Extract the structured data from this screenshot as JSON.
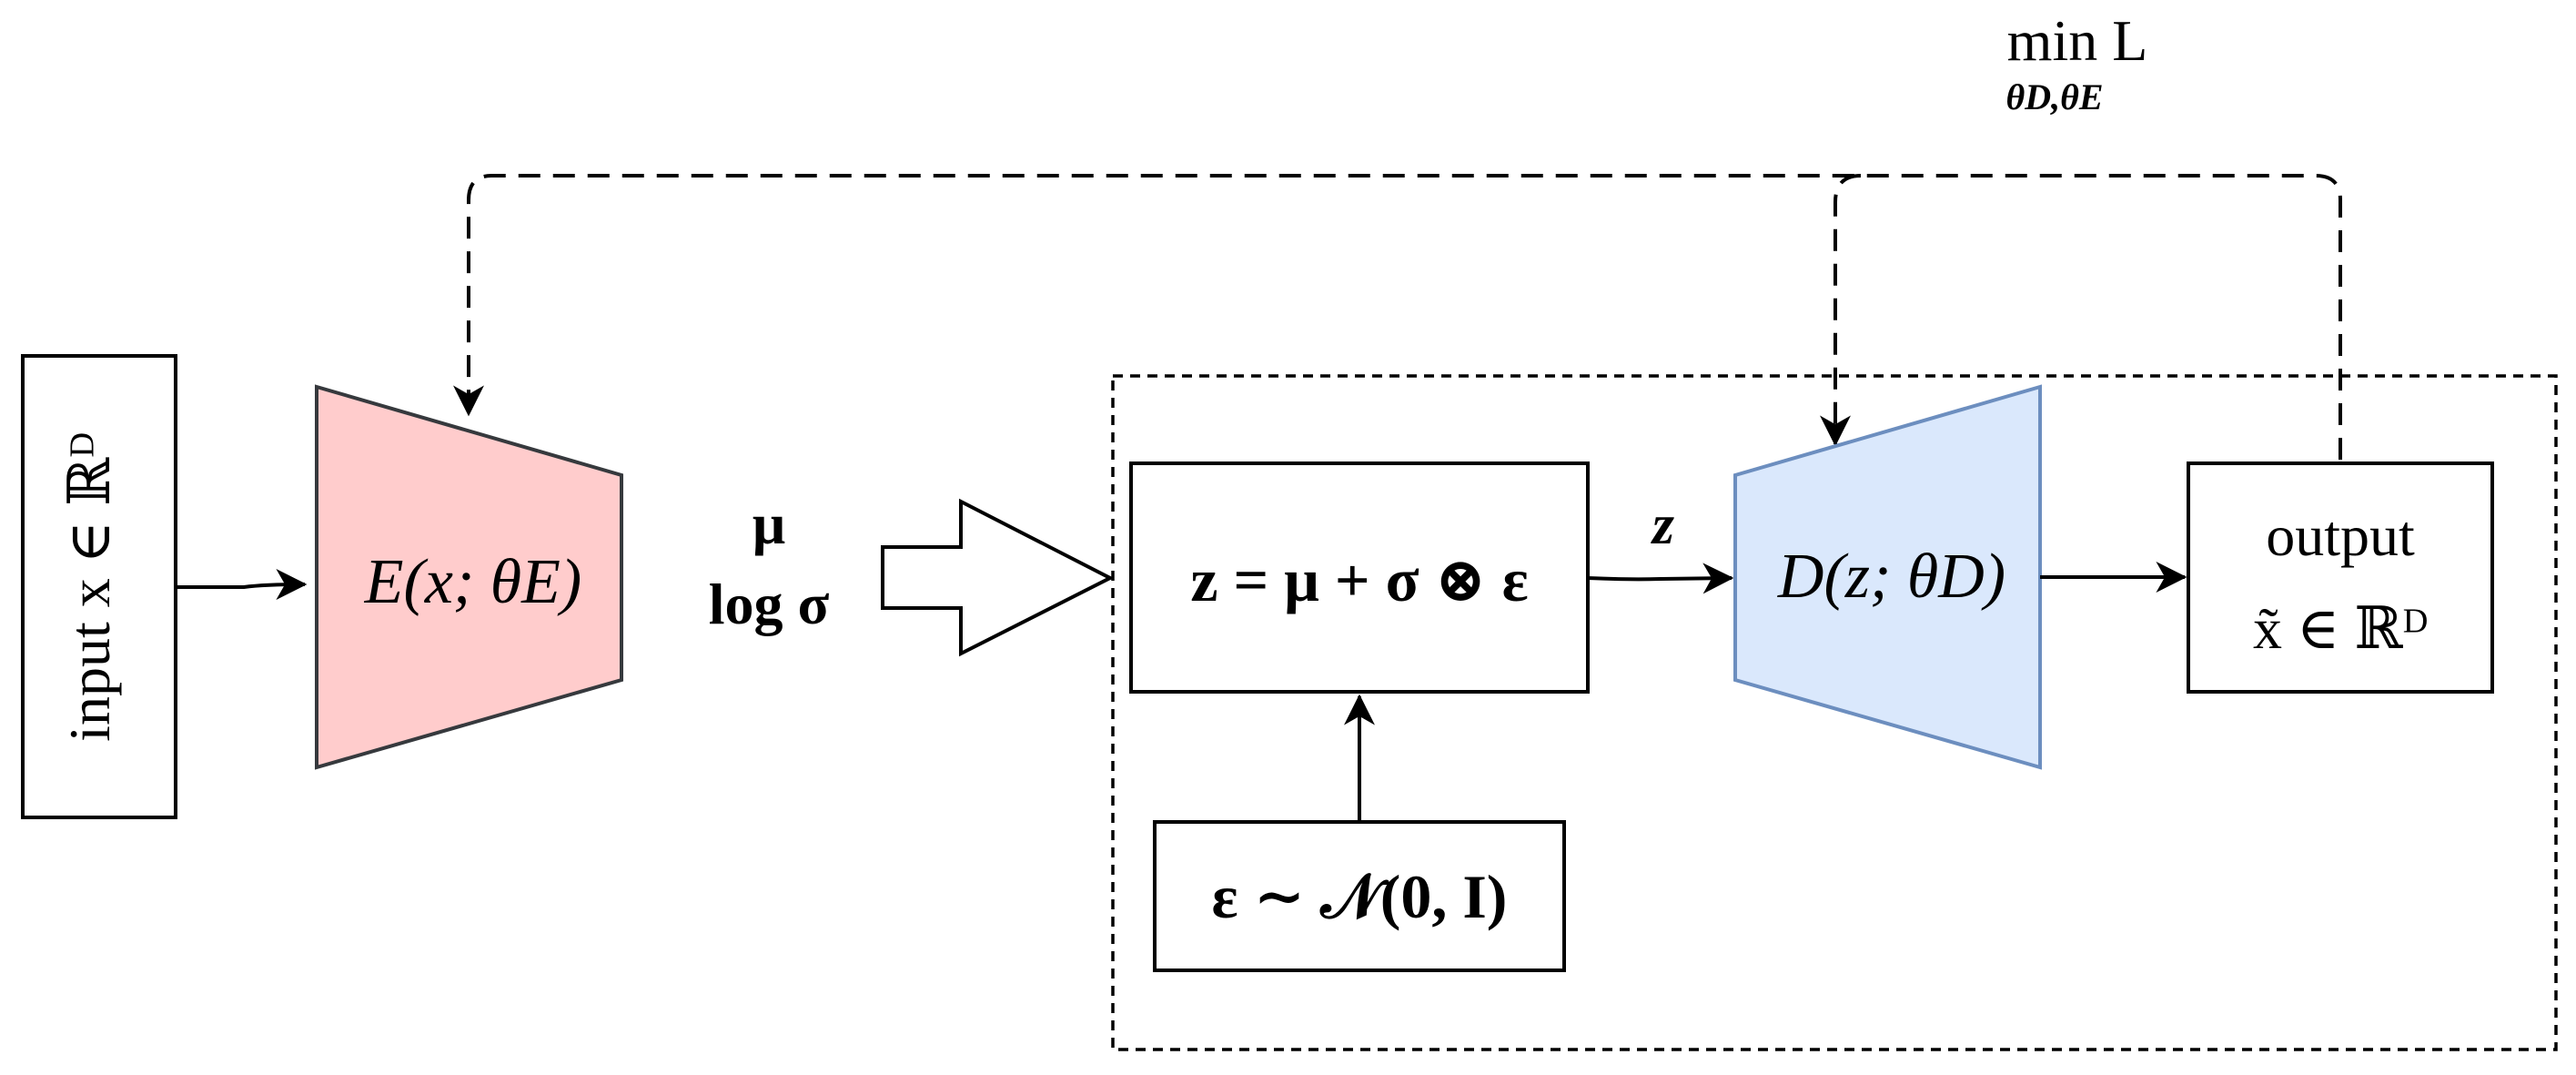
{
  "objective": {
    "main": "min L",
    "subscript": "θD,θE"
  },
  "input_box": {
    "label": "input x ∈ ℝᴰ"
  },
  "encoder": {
    "label": "E(x; θE)",
    "fill": "#FFCCCC",
    "stroke": "#36393D"
  },
  "encoder_outputs": {
    "mu": "μ",
    "log_sigma": "log σ"
  },
  "reparam_box": {
    "label": "z = μ + σ ⊗ ε"
  },
  "z_label": "z",
  "noise_box": {
    "label": "ε ∼ 𝒩(0, I)"
  },
  "decoder": {
    "label": "D(z; θD)",
    "fill": "#DAE8FC",
    "stroke": "#6C8EBF"
  },
  "output_box": {
    "line1": "output",
    "line2": "x̃ ∈ ℝᴰ"
  }
}
